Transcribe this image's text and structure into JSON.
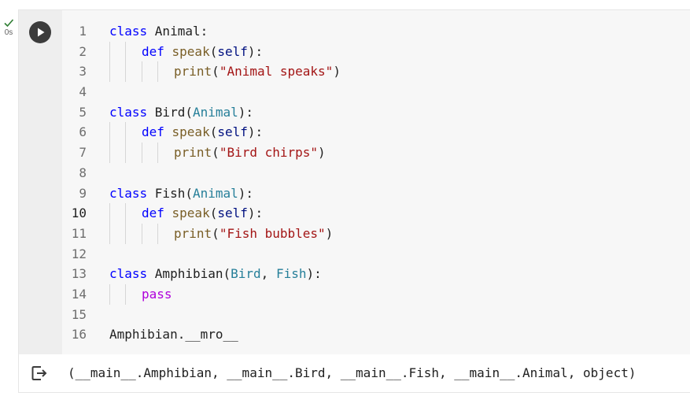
{
  "status": {
    "check_icon": "check-icon",
    "exec_time": "0s"
  },
  "run_button": {
    "icon": "play-icon"
  },
  "code_lines": [
    {
      "num": "1",
      "tokens": [
        {
          "t": "class ",
          "c": "kw"
        },
        {
          "t": "Animal",
          "c": "pl"
        },
        {
          "t": ":",
          "c": "pl"
        }
      ],
      "indent": 0
    },
    {
      "num": "2",
      "tokens": [
        {
          "t": "def ",
          "c": "kw"
        },
        {
          "t": "speak",
          "c": "fn"
        },
        {
          "t": "(",
          "c": "pl"
        },
        {
          "t": "self",
          "c": "self"
        },
        {
          "t": "):",
          "c": "pl"
        }
      ],
      "indent": 1
    },
    {
      "num": "3",
      "tokens": [
        {
          "t": "print",
          "c": "fn"
        },
        {
          "t": "(",
          "c": "pl"
        },
        {
          "t": "\"Animal speaks\"",
          "c": "str"
        },
        {
          "t": ")",
          "c": "pl"
        }
      ],
      "indent": 2
    },
    {
      "num": "4",
      "tokens": [],
      "indent": 0
    },
    {
      "num": "5",
      "tokens": [
        {
          "t": "class ",
          "c": "kw"
        },
        {
          "t": "Bird",
          "c": "pl"
        },
        {
          "t": "(",
          "c": "pl"
        },
        {
          "t": "Animal",
          "c": "cls"
        },
        {
          "t": "):",
          "c": "pl"
        }
      ],
      "indent": 0
    },
    {
      "num": "6",
      "tokens": [
        {
          "t": "def ",
          "c": "kw"
        },
        {
          "t": "speak",
          "c": "fn"
        },
        {
          "t": "(",
          "c": "pl"
        },
        {
          "t": "self",
          "c": "self"
        },
        {
          "t": "):",
          "c": "pl"
        }
      ],
      "indent": 1
    },
    {
      "num": "7",
      "tokens": [
        {
          "t": "print",
          "c": "fn"
        },
        {
          "t": "(",
          "c": "pl"
        },
        {
          "t": "\"Bird chirps\"",
          "c": "str"
        },
        {
          "t": ")",
          "c": "pl"
        }
      ],
      "indent": 2
    },
    {
      "num": "8",
      "tokens": [],
      "indent": 0
    },
    {
      "num": "9",
      "tokens": [
        {
          "t": "class ",
          "c": "kw"
        },
        {
          "t": "Fish",
          "c": "pl"
        },
        {
          "t": "(",
          "c": "pl"
        },
        {
          "t": "Animal",
          "c": "cls"
        },
        {
          "t": "):",
          "c": "pl"
        }
      ],
      "indent": 0
    },
    {
      "num": "10",
      "tokens": [
        {
          "t": "def ",
          "c": "kw"
        },
        {
          "t": "speak",
          "c": "fn"
        },
        {
          "t": "(",
          "c": "pl"
        },
        {
          "t": "self",
          "c": "self"
        },
        {
          "t": "):",
          "c": "pl"
        }
      ],
      "indent": 1,
      "active": true
    },
    {
      "num": "11",
      "tokens": [
        {
          "t": "print",
          "c": "fn"
        },
        {
          "t": "(",
          "c": "pl"
        },
        {
          "t": "\"Fish bubbles\"",
          "c": "str"
        },
        {
          "t": ")",
          "c": "pl"
        }
      ],
      "indent": 2
    },
    {
      "num": "12",
      "tokens": [],
      "indent": 0
    },
    {
      "num": "13",
      "tokens": [
        {
          "t": "class ",
          "c": "kw"
        },
        {
          "t": "Amphibian",
          "c": "pl"
        },
        {
          "t": "(",
          "c": "pl"
        },
        {
          "t": "Bird",
          "c": "cls"
        },
        {
          "t": ", ",
          "c": "pl"
        },
        {
          "t": "Fish",
          "c": "cls"
        },
        {
          "t": "):",
          "c": "pl"
        }
      ],
      "indent": 0
    },
    {
      "num": "14",
      "tokens": [
        {
          "t": "pass",
          "c": "kw2"
        }
      ],
      "indent": 1
    },
    {
      "num": "15",
      "tokens": [],
      "indent": 0
    },
    {
      "num": "16",
      "tokens": [
        {
          "t": "Amphibian",
          "c": "pl"
        },
        {
          "t": ".__mro__",
          "c": "pl"
        }
      ],
      "indent": 0
    }
  ],
  "output": {
    "icon": "output-redirect-icon",
    "text": "(__main__.Amphibian, __main__.Bird, __main__.Fish, __main__.Animal, object)"
  },
  "colors": {
    "keyword": "#0000ff",
    "control_keyword": "#af00db",
    "class_ref": "#267f99",
    "function": "#795e26",
    "string": "#a31515",
    "self": "#001080",
    "success_check": "#2e7d32"
  }
}
